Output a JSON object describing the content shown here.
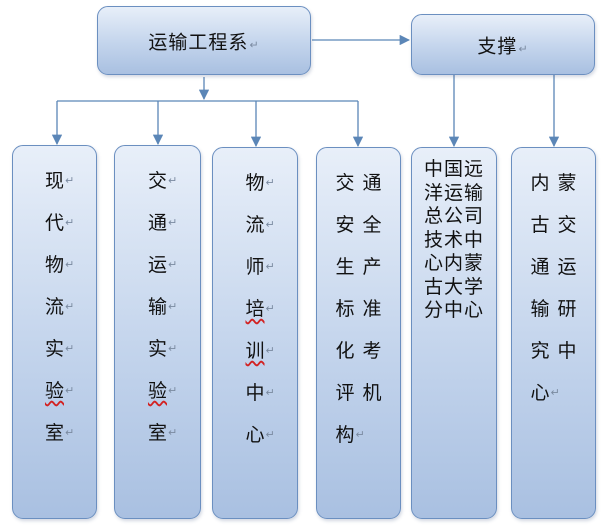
{
  "root": {
    "label": "运输工程系"
  },
  "support": {
    "label": "支撑"
  },
  "dept_children": [
    {
      "label": "现代物流实验室"
    },
    {
      "label": "交通运输实验室"
    },
    {
      "label": "物流师培训中心"
    },
    {
      "label": "交通安全生产标准化考评机构"
    }
  ],
  "support_children": [
    {
      "label": "中国远洋运输总公司技术中心内蒙古大学分中心"
    },
    {
      "label": "内蒙古交通运输研究中心"
    }
  ],
  "colors": {
    "box_border": "#6b8fc0",
    "box_fill": "#c3d4ec",
    "connector": "#5b86b7"
  }
}
